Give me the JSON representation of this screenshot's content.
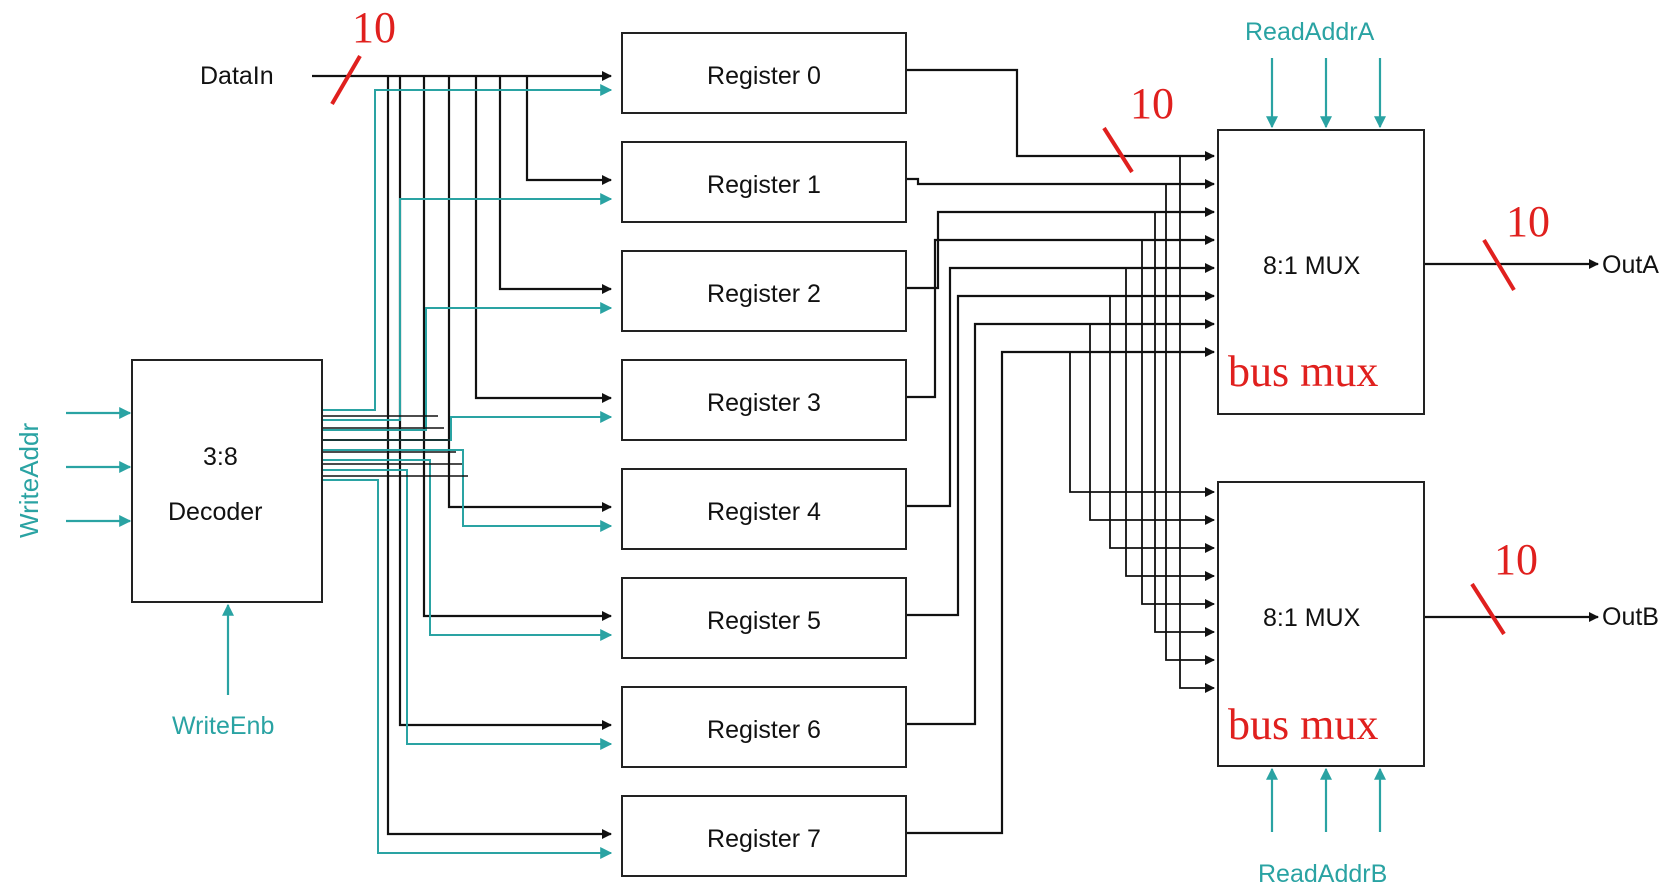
{
  "diagram": {
    "input_label": "DataIn",
    "write_addr_label": "WriteAddr",
    "write_enb_label": "WriteEnb",
    "read_addr_a_label": "ReadAddrA",
    "read_addr_b_label": "ReadAddrB",
    "decoder": {
      "line1": "3:8",
      "line2": "Decoder"
    },
    "registers": [
      "Register 0",
      "Register 1",
      "Register 2",
      "Register 3",
      "Register 4",
      "Register 5",
      "Register 6",
      "Register 7"
    ],
    "mux_a": {
      "label": "8:1 MUX",
      "note": "bus mux"
    },
    "mux_b": {
      "label": "8:1 MUX",
      "note": "bus mux"
    },
    "out_a_label": "OutA",
    "out_b_label": "OutB",
    "bus_width_annotations": [
      "10",
      "10",
      "10",
      "10"
    ],
    "colors": {
      "control": "#2aa3a3",
      "data": "#111111",
      "annotation": "#e0201e"
    }
  }
}
